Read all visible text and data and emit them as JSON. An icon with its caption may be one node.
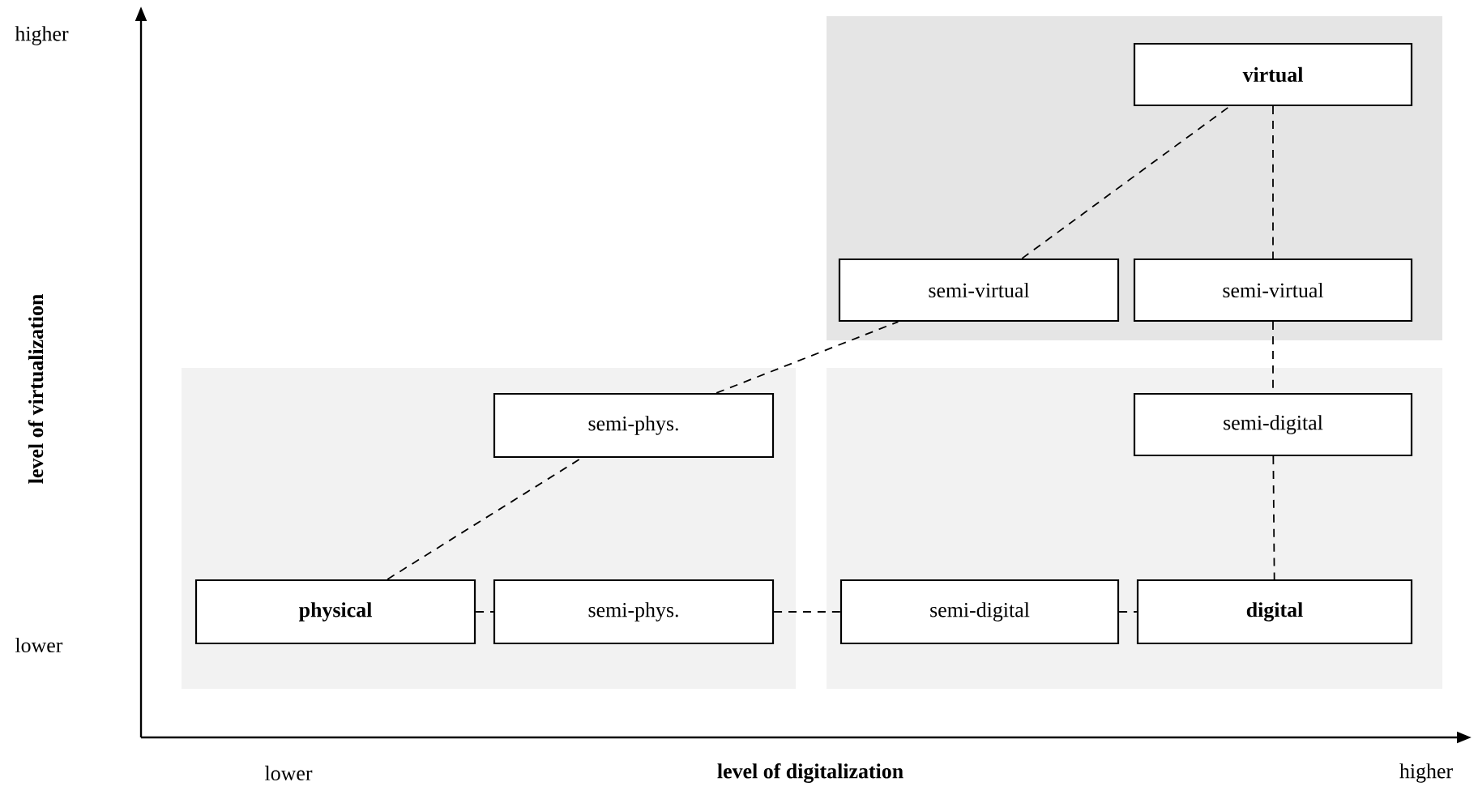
{
  "diagram": {
    "nodes": [
      {
        "text": [
          "virtual"
        ]
      },
      {
        "text": [
          "semi-virtual"
        ]
      },
      {
        "text": [
          "semi-virtual"
        ]
      },
      {
        "text": [
          "semi-phys."
        ]
      },
      {
        "text": [
          "semi-digital"
        ]
      },
      {
        "text": [
          "physical"
        ]
      },
      {
        "text": [
          "semi-phys."
        ]
      },
      {
        "text": [
          "semi-digital"
        ]
      },
      {
        "text": [
          "digital"
        ]
      }
    ],
    "edges": [
      {
        "from": 5,
        "to": 3,
        "arrow": "none",
        "style": "dashed"
      },
      {
        "from": 3,
        "to": 1,
        "arrow": "none",
        "style": "dashed"
      },
      {
        "from": 1,
        "to": 0,
        "arrow": "none",
        "style": "dashed"
      },
      {
        "from": 0,
        "to": 2,
        "arrow": "none",
        "style": "dashed"
      },
      {
        "from": 2,
        "to": 4,
        "arrow": "none",
        "style": "dashed"
      },
      {
        "from": 4,
        "to": 8,
        "arrow": "none",
        "style": "dashed"
      },
      {
        "from": 5,
        "to": 6,
        "arrow": "none",
        "style": "dashed"
      },
      {
        "from": 6,
        "to": 7,
        "arrow": "none",
        "style": "dashed"
      },
      {
        "from": 7,
        "to": 8,
        "arrow": "none",
        "style": "dashed"
      }
    ],
    "labels": [
      "higher",
      "level of virtualization",
      "lower",
      "lower",
      "level of digitalization",
      "higher"
    ]
  }
}
